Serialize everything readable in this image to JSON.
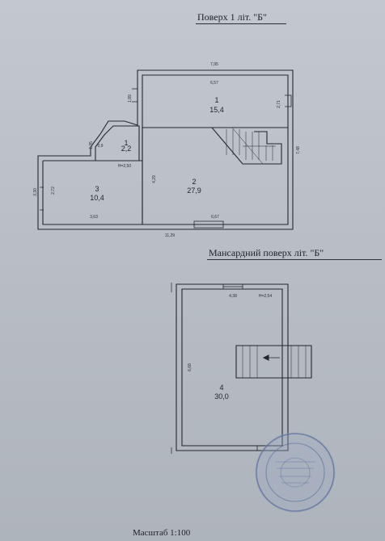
{
  "headings": {
    "floor1": "Поверх 1 літ. \"Б\"",
    "attic": "Мансардний поверх літ. \"Б\"",
    "scale": "Масштаб 1:100"
  },
  "floor1": {
    "rooms": [
      {
        "number": "1",
        "area": "15,4"
      },
      {
        "number": "1",
        "area": "2,2"
      },
      {
        "number": "2",
        "area": "27,9"
      },
      {
        "number": "3",
        "area": "10,4"
      }
    ],
    "dims": {
      "top_outer": "7,95",
      "top_inner": "6,57",
      "left_upper": "1,89",
      "right_room1": "2,71",
      "right_outer": "7,48",
      "stub_outer": "1,35",
      "stub_inner": "0,9",
      "left_outer": "3,30",
      "left_inner": "2,72",
      "height": "H=2,50",
      "mid_vertical": "4,29",
      "bottom_left": "3,63",
      "bottom_right": "6,67",
      "bottom_outer": "11,29"
    }
  },
  "attic": {
    "rooms": [
      {
        "number": "4",
        "area": "30,0"
      }
    ],
    "dims": {
      "width": "4,38",
      "height": "H=2,54",
      "depth": "6,68"
    }
  }
}
